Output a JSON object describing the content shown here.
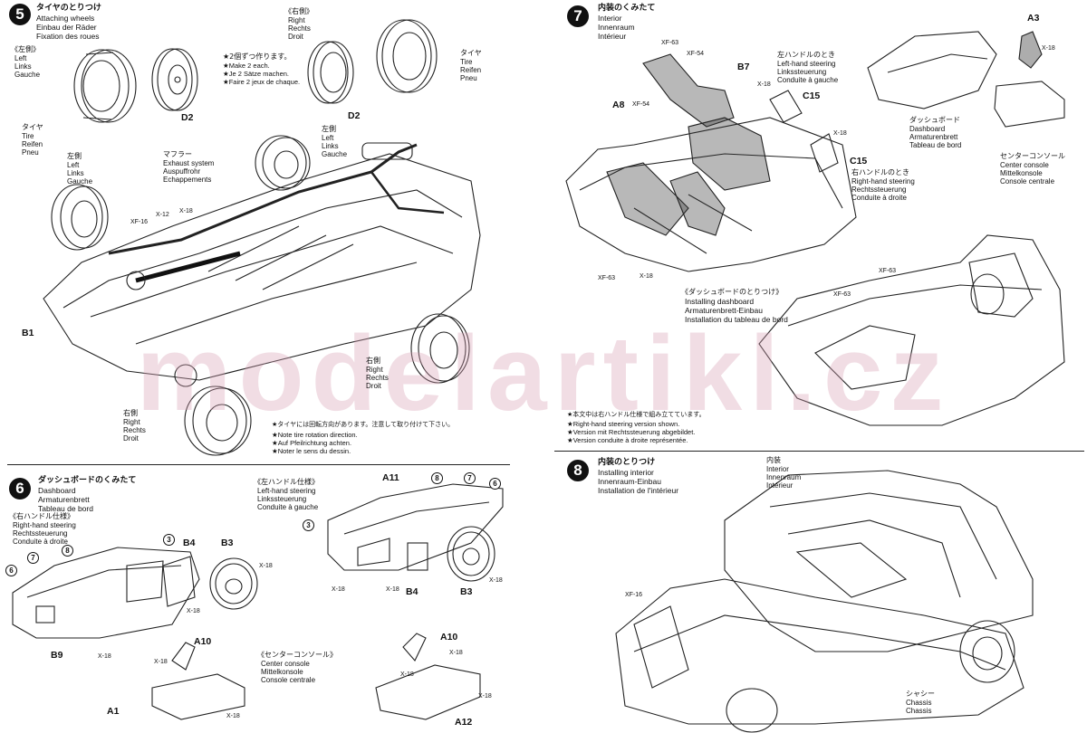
{
  "watermark": "modelartikl.cz",
  "step5": {
    "num": "5",
    "title_jp": "タイヤのとりつけ",
    "lines": "Attaching wheels\nEinbau der Räder\nFixation des roues",
    "left_jp": "《左側》",
    "left": "Left\nLinks\nGauche",
    "right_jp": "《右側》",
    "right": "Right\nRechts\nDroit",
    "make2_jp": "★2個ずつ作ります。",
    "make2": "★Make 2 each.\n★Je 2 Sätze machen.\n★Faire 2 jeux de chaque.",
    "tire_jp": "タイヤ",
    "tire": "Tire\nReifen\nPneu",
    "muffler_jp": "マフラー",
    "muffler": "Exhaust system\nAuspuffrohr\nEchappements",
    "note_jp": "★タイヤには回転方向があります。注意して取り付けて下さい。",
    "note": "★Note tire rotation direction.\n★Auf Pfeilrichtung achten.\n★Noter le sens du dessin.",
    "parts": {
      "d2a": "D2",
      "d2b": "D2",
      "b1": "B1"
    },
    "screws": {
      "xf16": "XF-16",
      "x12": "X-12",
      "x18": "X-18"
    },
    "lbl_left_jp": "左側",
    "lbl_right_jp": "右側"
  },
  "step6": {
    "num": "6",
    "title_jp": "ダッシュボードのくみたて",
    "lines": "Dashboard\nArmaturenbrett\nTableau de bord",
    "rhs_jp": "《右ハンドル仕様》",
    "rhs": "Right-hand steering\nRechtssteuerung\nConduite à droite",
    "lhs_jp": "《左ハンドル仕様》",
    "lhs": "Left-hand steering\nLinkssteuerung\nConduite à gauche",
    "console_jp": "《センターコンソール》",
    "console": "Center console\nMittelkonsole\nConsole centrale",
    "parts": {
      "b4": "B4",
      "b3": "B3",
      "b9": "B9",
      "a10": "A10",
      "a1": "A1",
      "a11": "A11",
      "b4b": "B4",
      "b3b": "B3",
      "a10b": "A10",
      "a12": "A12"
    },
    "screw": "X-18",
    "circ": [
      "3",
      "6",
      "7",
      "8"
    ]
  },
  "step7": {
    "num": "7",
    "title_jp": "内装のくみたて",
    "lines": "Interior\nInnenraum\nIntérieur",
    "lhs_jp": "左ハンドルのとき",
    "lhs": "Left-hand steering\nLinkssteuerung\nConduite à gauche",
    "rhs_jp": "右ハンドルのとき",
    "rhs": "Right-hand steering\nRechtssteuerung\nConduite à droite",
    "dash_jp": "ダッシュボード",
    "dash": "Dashboard\nArmaturenbrett\nTableau de bord",
    "console_jp": "センターコンソール",
    "console": "Center console\nMittelkonsole\nConsole centrale",
    "install_jp": "《ダッシュボードのとりつけ》",
    "install": "Installing dashboard\nArmaturenbrett-Einbau\nInstallation du tableau de bord",
    "note_jp": "★本文中は右ハンドル仕様で組み立てています。",
    "note": "★Right-hand steering version shown.\n★Version mit Rechtssteuerung abgebildet.\n★Version conduite à droite représentée.",
    "parts": {
      "a3": "A3",
      "b7": "B7",
      "a8": "A8",
      "c15a": "C15",
      "c15b": "C15"
    },
    "screws": {
      "xf63": "XF-63",
      "xf54": "XF-54",
      "x18": "X-18"
    }
  },
  "step8": {
    "num": "8",
    "title_jp": "内装のとりつけ",
    "lines": "Installing interior\nInnenraum-Einbau\nInstallation de l'intérieur",
    "interior_jp": "内装",
    "interior": "Interior\nInnenraum\nIntérieur",
    "chassis_jp": "シャシー",
    "chassis": "Chassis\nChassis",
    "screw": "XF-16"
  },
  "colors": {
    "ink": "#111111",
    "paper": "#ffffff",
    "watermark": "#d9a0b4"
  }
}
